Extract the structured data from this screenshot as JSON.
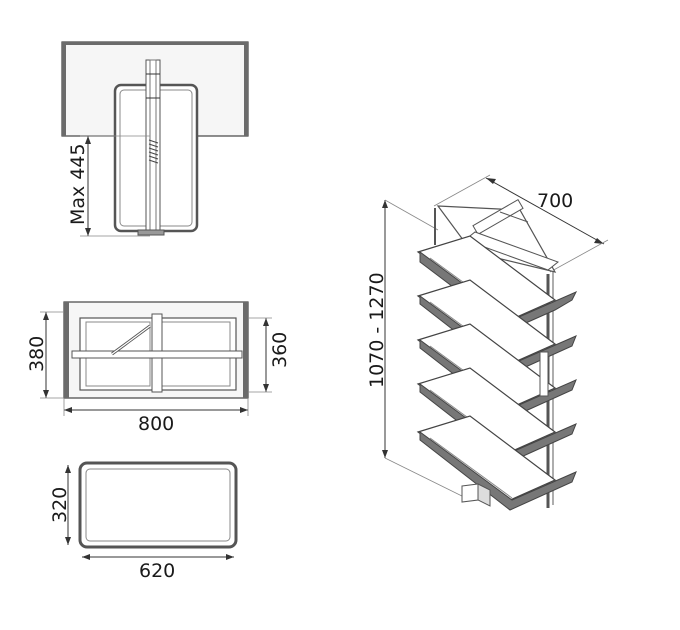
{
  "dimensions": {
    "depth_max": "Max 445",
    "front_outer_height": "380",
    "front_inner_height": "360",
    "front_width": "800",
    "basket_depth": "320",
    "basket_width": "620",
    "iso_width": "700",
    "iso_height": "1070 - 1270"
  },
  "colors": {
    "line": "#333333",
    "gray": "#8a8a8a",
    "dark_gray": "#555555"
  }
}
